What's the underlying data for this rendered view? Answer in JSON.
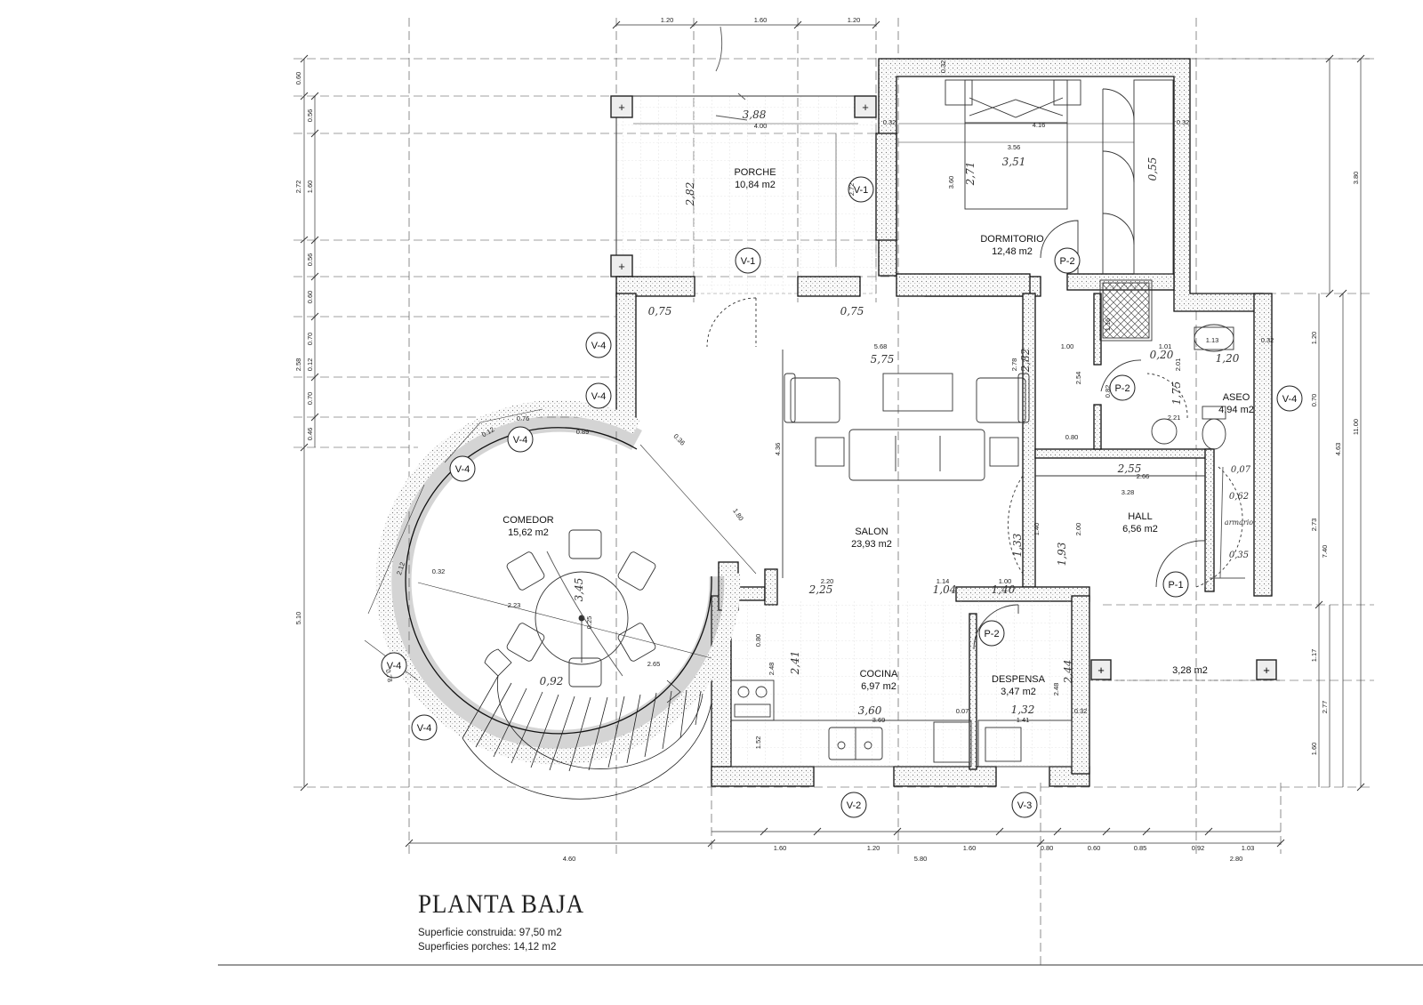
{
  "plan": {
    "title": "PLANTA BAJA",
    "surface_built": "Superficie construida: 97,50 m2",
    "surface_porches": "Superficies porches: 14,12 m2"
  },
  "rooms": {
    "porche": {
      "name": "PORCHE",
      "area": "10,84 m2"
    },
    "dormitorio": {
      "name": "DORMITORIO",
      "area": "12,48 m2"
    },
    "salon": {
      "name": "SALON",
      "area": "23,93 m2"
    },
    "comedor": {
      "name": "COMEDOR",
      "area": "15,62 m2"
    },
    "cocina": {
      "name": "COCINA",
      "area": "6,97 m2"
    },
    "despensa": {
      "name": "DESPENSA",
      "area": "3,47 m2"
    },
    "hall": {
      "name": "HALL",
      "area": "6,56 m2"
    },
    "aseo": {
      "name": "ASEO",
      "area": "4,94 m2"
    },
    "porche_entrada": {
      "area": "3,28 m2"
    }
  },
  "markers": {
    "v1": "V-1",
    "v2": "V-2",
    "v3": "V-3",
    "v4": "V-4",
    "p1": "P-1",
    "p2": "P-2"
  },
  "dims": {
    "top_120a": "1.20",
    "top_160": "1.60",
    "top_120b": "1.20",
    "bot_460": "4.60",
    "bot_580": "5.80",
    "bot_280": "2.80",
    "bot_160a": "1.60",
    "bot_120": "1.20",
    "bot_160b": "1.60",
    "bot_080": "0.80",
    "bot_060": "0.60",
    "bot_085": "0.85",
    "bot_092": "0.92",
    "bot_103": "1.03",
    "left_060": "0.60",
    "left_272": "2.72",
    "left_258": "2.58",
    "left_510": "5.10",
    "left_056a": "0.56",
    "left_160": "1.60",
    "left_056b": "0.56",
    "left_060b": "0.60",
    "left_070a": "0.70",
    "left_012": "0.12",
    "left_070b": "0.70",
    "left_046": "0.46",
    "right_380": "3.80",
    "right_1100": "11.00",
    "right_463": "4.63",
    "right_740": "7.40",
    "right_273": "2.73",
    "right_277": "2.77",
    "right_120": "1.20",
    "right_070": "0.70",
    "right_117": "1.17",
    "right_160": "1.60",
    "porche_400": "4.00",
    "porche_272": "2.72",
    "dorm_416": "4.16",
    "dorm_356": "3.56",
    "dorm_360": "3.60",
    "dorm_032a": "0.32",
    "dorm_032b": "0.32",
    "dorm_032c": "0.32",
    "salon_568": "5.68",
    "salon_436": "4.36",
    "salon_278": "2.78",
    "salon_220": "2.20",
    "salon_114": "1.14",
    "salon_100": "1.00",
    "hall_266": "2.66",
    "hall_328": "3.28",
    "hall_200": "2.00",
    "hall_254": "2.54",
    "hall_140": "1.40",
    "aseo_113": "1.13",
    "aseo_032": "0.32",
    "aseo_101": "1.01",
    "aseo_100": "1.00",
    "aseo_116": "1.16",
    "aseo_082": "0.82",
    "aseo_080": "0.80",
    "aseo_221": "2.21",
    "aseo_201": "2.01",
    "com_212": "2.12",
    "com_223": "2.23",
    "com_265": "2.65",
    "com_089": "0.89",
    "com_036": "0.36",
    "com_180": "1.80",
    "com_032": "0.32",
    "com_025": "0.25",
    "com_076": "0.76",
    "com_012": "0.12",
    "com_078": "0.78",
    "coc_369": "3.69",
    "coc_248": "2.48",
    "coc_152": "1.52",
    "coc_080": "0.80",
    "coc_007": "0.07",
    "desp_141": "1.41",
    "desp_248": "2.48",
    "desp_032": "0.32"
  },
  "handwritten": {
    "porche_w": "3,88",
    "porche_h": "2,82",
    "dorm_w": "3,51",
    "dorm_h": "2,71",
    "dorm_closet": "0,55",
    "salon_w": "5,75",
    "salon_a": "0,75",
    "salon_b": "0,75",
    "salon_h": "2,82",
    "hall_w": "2,55",
    "hall_h": "1,93",
    "hall_note1": "0,07",
    "hall_note2": "0,62",
    "hall_note3": "armario",
    "hall_note4": "0,35",
    "aseo_w": "1,20",
    "aseo_a": "0,20",
    "aseo_h": "1,75",
    "salon_low1": "2,25",
    "salon_low2": "1,04",
    "salon_low3": "1,40",
    "salon_low4": "1,33",
    "com_diam": "3,45",
    "com_low": "0,92",
    "coc_h": "2,41",
    "coc_w": "3,60",
    "desp_w": "1,32",
    "desp_h": "2,44"
  }
}
